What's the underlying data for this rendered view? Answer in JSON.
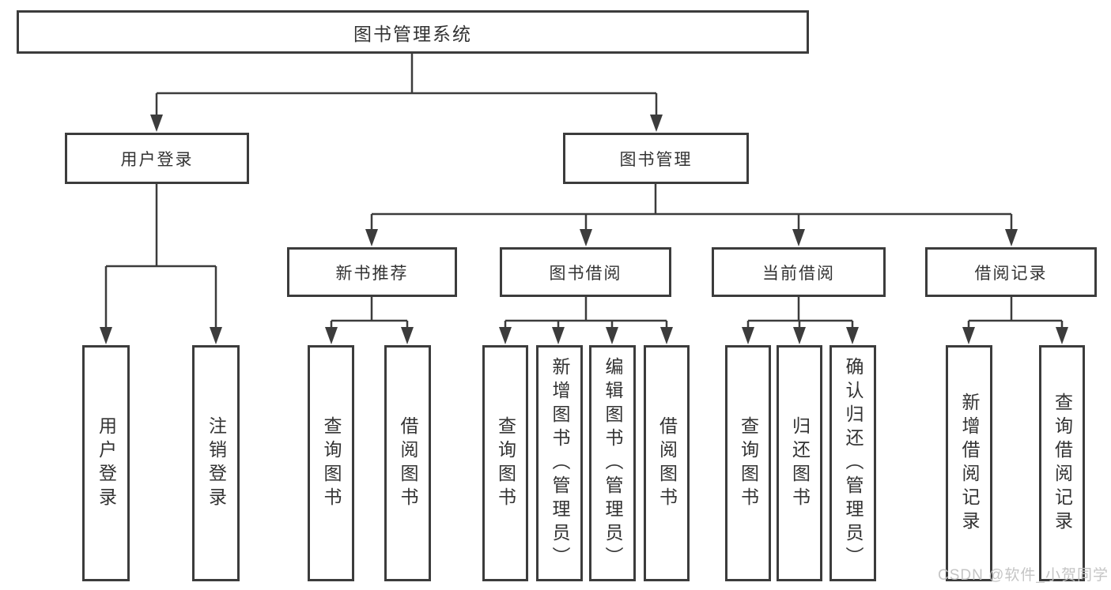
{
  "colors": {
    "line": "#3c3c3c",
    "box_border": "#3c3c3c",
    "text": "#333333",
    "background": "#ffffff",
    "watermark": "#c2c2c2"
  },
  "tree": {
    "root": {
      "label": "图书管理系统"
    },
    "branches": [
      {
        "label": "用户登录",
        "children": [
          {
            "label": "用户登录"
          },
          {
            "label": "注销登录"
          }
        ]
      },
      {
        "label": "图书管理",
        "children": [
          {
            "label": "新书推荐",
            "children": [
              {
                "label": "查询图书"
              },
              {
                "label": "借阅图书"
              }
            ]
          },
          {
            "label": "图书借阅",
            "children": [
              {
                "label": "查询图书"
              },
              {
                "label": "新增图书（管理员）"
              },
              {
                "label": "编辑图书（管理员）"
              },
              {
                "label": "借阅图书"
              }
            ]
          },
          {
            "label": "当前借阅",
            "children": [
              {
                "label": "查询图书"
              },
              {
                "label": "归还图书"
              },
              {
                "label": "确认归还（管理员）"
              }
            ]
          },
          {
            "label": "借阅记录",
            "children": [
              {
                "label": "新增借阅记录"
              },
              {
                "label": "查询借阅记录"
              }
            ]
          }
        ]
      }
    ]
  },
  "watermark": {
    "text": "CSDN @软件_小贺同学"
  }
}
